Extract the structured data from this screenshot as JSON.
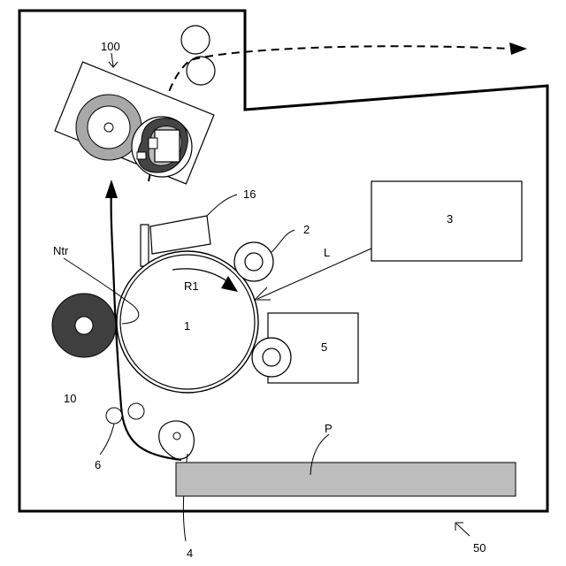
{
  "labels": {
    "fixing_unit": "100",
    "cleaning_blade": "16",
    "charger": "2",
    "exposure_unit": "3",
    "laser": "L",
    "nip": "Ntr",
    "rotation": "R1",
    "drum": "1",
    "developer": "5",
    "transfer_roller": "10",
    "registration": "6",
    "pickup_roller": "4",
    "paper_tray": "P",
    "apparatus": "50"
  },
  "colors": {
    "line": "#000000",
    "transfer_roller": "#3f3f3f",
    "fixing_roller": "#a8a8a8",
    "paper_tray": "#bdbdbd",
    "background": "#ffffff"
  }
}
